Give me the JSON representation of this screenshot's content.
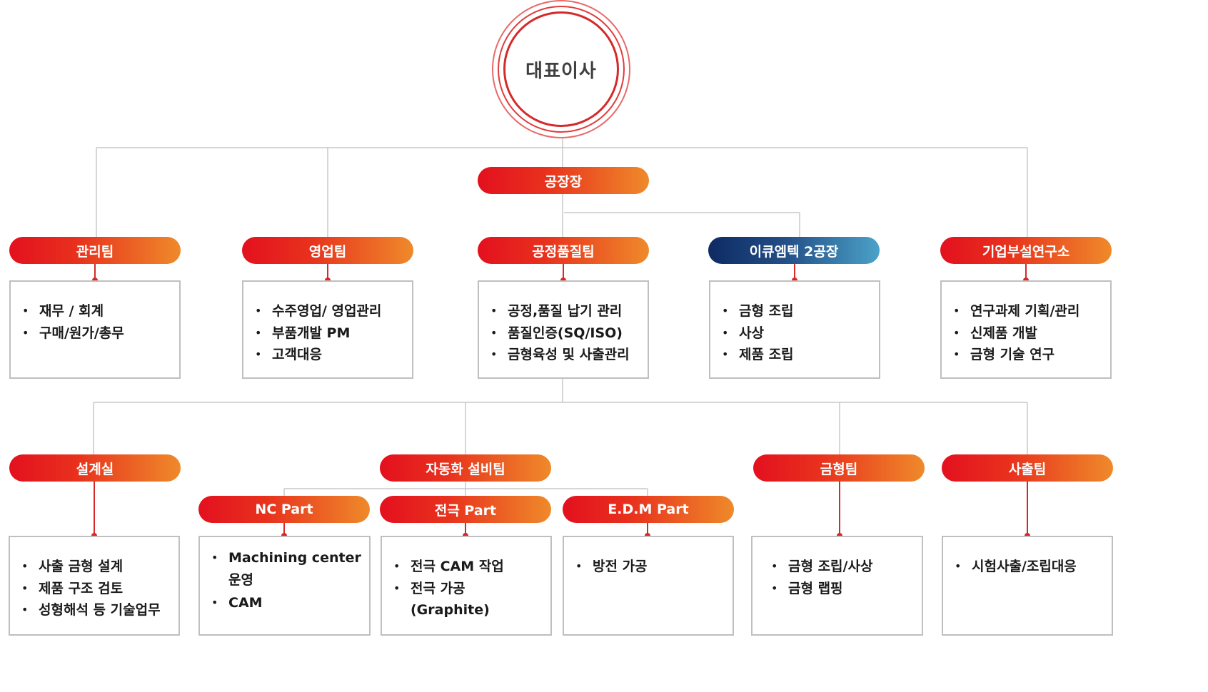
{
  "ceo": {
    "label": "대표이사"
  },
  "factory_head": {
    "label": "공장장"
  },
  "departments": [
    {
      "label": "관리팀",
      "items": [
        "재무 / 회계",
        "구매/원가/총무"
      ]
    },
    {
      "label": "영업팀",
      "items": [
        "수주영업/ 영업관리",
        "부품개발 PM",
        "고객대응"
      ]
    },
    {
      "label": "공정품질팀",
      "items": [
        "공정,품질 납기 관리",
        "품질인증(SQ/ISO)",
        "금형육성 및 사출관리"
      ]
    },
    {
      "label": "이큐엠텍 2공장",
      "items": [
        "금형 조립",
        "사상",
        "제품 조립"
      ]
    },
    {
      "label": "기업부설연구소",
      "items": [
        "연구과제 기획/관리",
        "신제품 개발",
        "금형 기술 연구"
      ]
    }
  ],
  "teams": [
    {
      "label": "설계실",
      "items": [
        "사출 금형 설계",
        "제품 구조 검토",
        "성형해석 등 기술업무"
      ]
    },
    {
      "label": "자동화 설비팀"
    },
    {
      "label": "금형팀",
      "items": [
        "금형 조립/사상",
        "금형 랩핑"
      ]
    },
    {
      "label": "사출팀",
      "items": [
        "시험사출/조립대응"
      ]
    }
  ],
  "parts": [
    {
      "label": "NC Part",
      "items": [
        "Machining center 운영",
        "CAM"
      ]
    },
    {
      "label": "전극 Part",
      "items": [
        "전극 CAM 작업",
        "전극 가공(Graphite)"
      ]
    },
    {
      "label": "E.D.M Part",
      "items": [
        "방전 가공"
      ]
    }
  ],
  "colors": {
    "red_start": "#e3101e",
    "orange_end": "#ef8a2a",
    "blue_start": "#0e2a63",
    "blue_end": "#4ba2c8",
    "connector_grey": "#bfbfbf",
    "connector_red": "#d42a2a"
  }
}
